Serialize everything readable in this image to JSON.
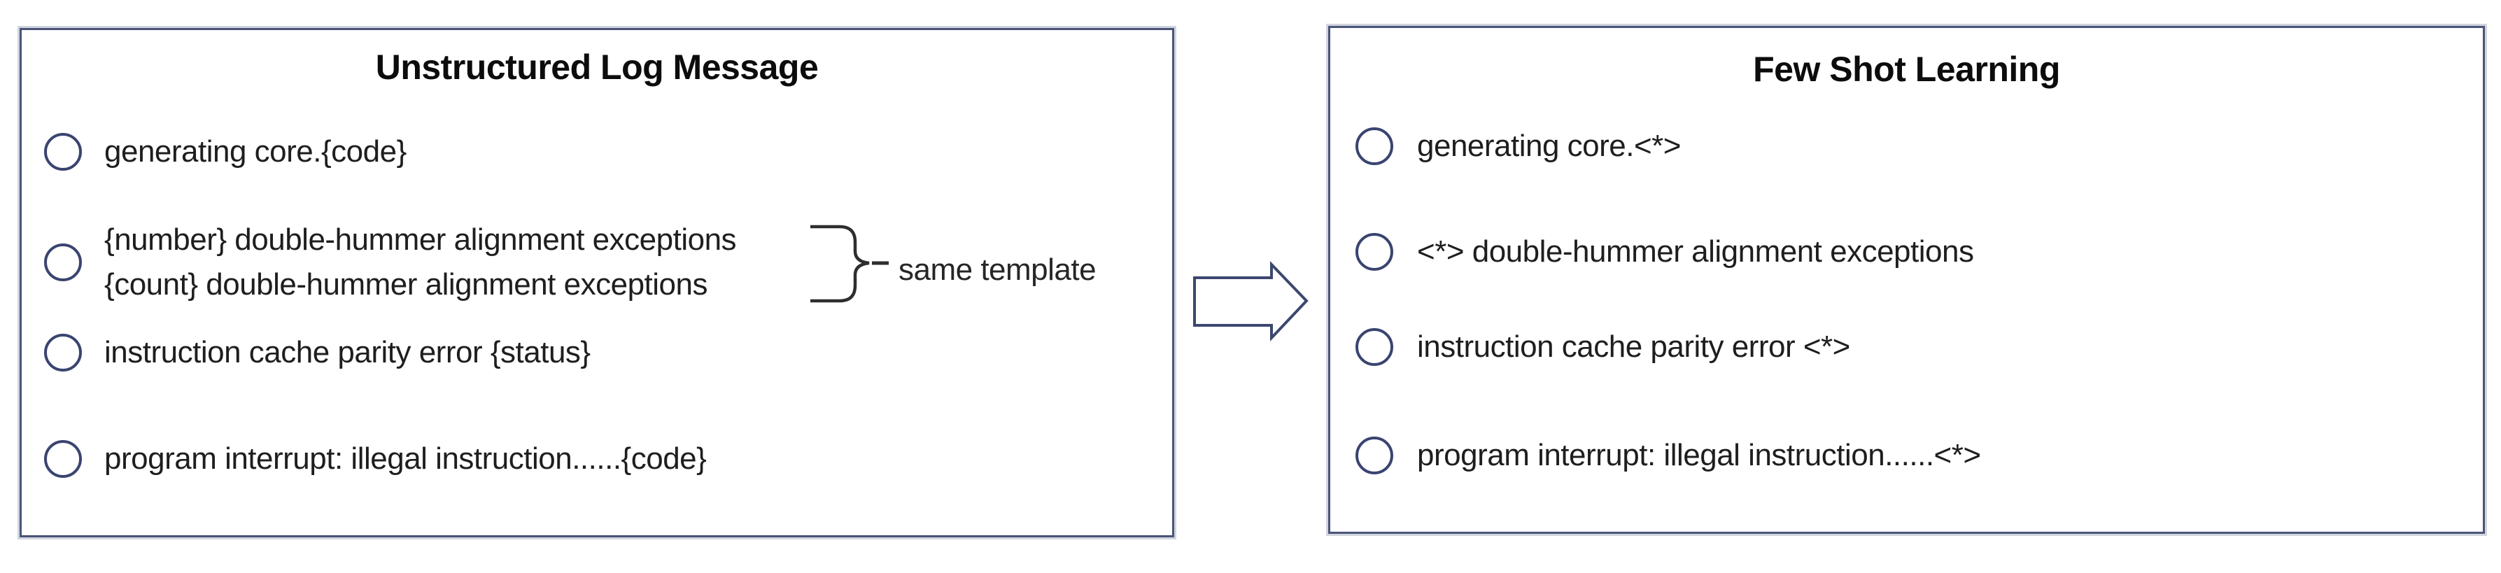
{
  "left_box": {
    "title": "Unstructured Log Message",
    "items": [
      {
        "lines": [
          "generating core.{code}"
        ]
      },
      {
        "lines": [
          "{number} double-hummer alignment exceptions",
          "{count} double-hummer alignment exceptions"
        ]
      },
      {
        "lines": [
          "instruction cache parity error {status}"
        ]
      },
      {
        "lines": [
          "program interrupt: illegal instruction......{code}"
        ]
      }
    ],
    "annotation": {
      "label": "same template",
      "brace_icon": "right-curly-brace"
    }
  },
  "arrow": {
    "icon": "right-block-arrow"
  },
  "right_box": {
    "title": "Few Shot Learning",
    "items": [
      {
        "lines": [
          "generating core.<*>"
        ]
      },
      {
        "lines": [
          "<*> double-hummer alignment exceptions"
        ]
      },
      {
        "lines": [
          "instruction cache parity error <*>"
        ]
      },
      {
        "lines": [
          "program interrupt: illegal instruction......<*>"
        ]
      }
    ]
  },
  "colors": {
    "box_border": "#4b5478",
    "box_shadow": "#9aa1b5",
    "circle_border": "#3a4470",
    "arrow_outline": "#3c486e",
    "brace_stroke": "#2e2e2e",
    "title_text": "#0c0c0c",
    "body_text": "#1e1e1e",
    "background": "#ffffff"
  }
}
